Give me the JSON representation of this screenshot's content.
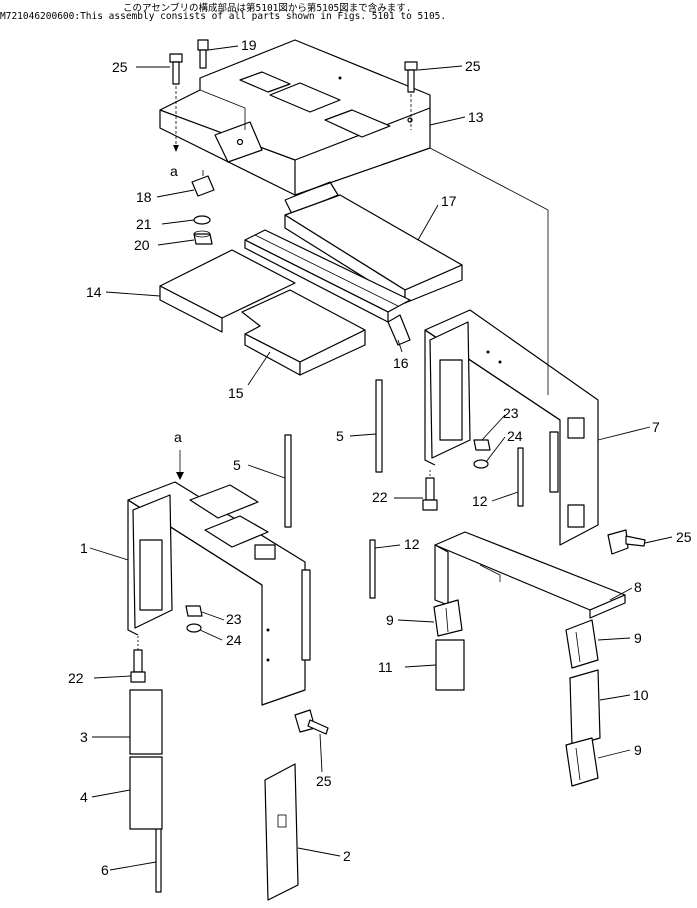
{
  "header": {
    "line1": "このアセンブリの構成部品は第5101図から第5105図まで含みます.",
    "line2_code": "M721046200600",
    "line2_text": ":This assembly consists of all parts shown in Figs. 5101 to 5105."
  },
  "labels": {
    "p1": "1",
    "p2": "2",
    "p3": "3",
    "p4": "4",
    "p5a": "5",
    "p5b": "5",
    "p6": "6",
    "p7": "7",
    "p8": "8",
    "p9a": "9",
    "p9b": "9",
    "p9c": "9",
    "p10": "10",
    "p11": "11",
    "p12a": "12",
    "p12b": "12",
    "p13": "13",
    "p14": "14",
    "p15": "15",
    "p16": "16",
    "p17": "17",
    "p18": "18",
    "p19": "19",
    "p20": "20",
    "p21": "21",
    "p22a": "22",
    "p22b": "22",
    "p23a": "23",
    "p23b": "23",
    "p24a": "24",
    "p24b": "24",
    "p25a": "25",
    "p25b": "25",
    "p25c": "25",
    "p25d": "25",
    "a_top": "a",
    "a_mid": "a"
  }
}
